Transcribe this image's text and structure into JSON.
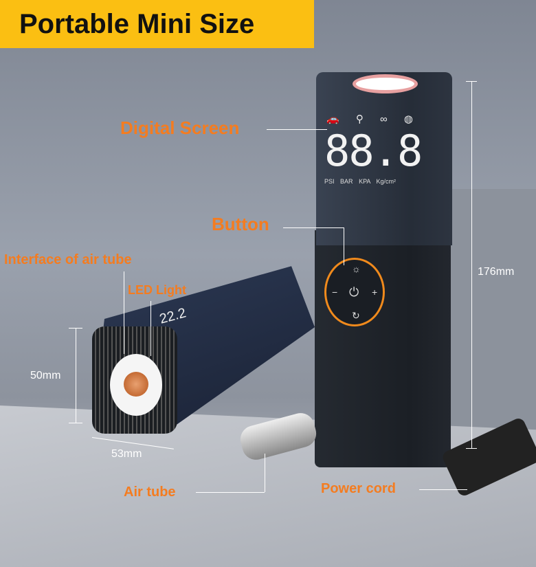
{
  "banner": {
    "title": "Portable Mini Size"
  },
  "callouts": {
    "digital_screen": "Digital Screen",
    "button": "Button",
    "interface_air_tube": "Interface of air tube",
    "led_light": "LED Light",
    "air_tube": "Air tube",
    "power_cord": "Power cord"
  },
  "dimensions": {
    "height": "176mm",
    "diameter": "50mm",
    "width": "53mm"
  },
  "device_screen": {
    "mode_icons": [
      "car-icon",
      "motorcycle-icon",
      "bicycle-icon",
      "ball-icon"
    ],
    "digits": "88.8",
    "units": [
      "PSI",
      "BAR",
      "KPA",
      "Kg/cm²"
    ]
  },
  "button_pad": {
    "top": "☼",
    "left": "−",
    "center": "⏻",
    "right": "+",
    "bottom": "↻"
  },
  "small_unit_display": "22.2",
  "colors": {
    "accent": "#f47c20",
    "banner": "#fbbf12",
    "ring": "#f08a1c"
  }
}
